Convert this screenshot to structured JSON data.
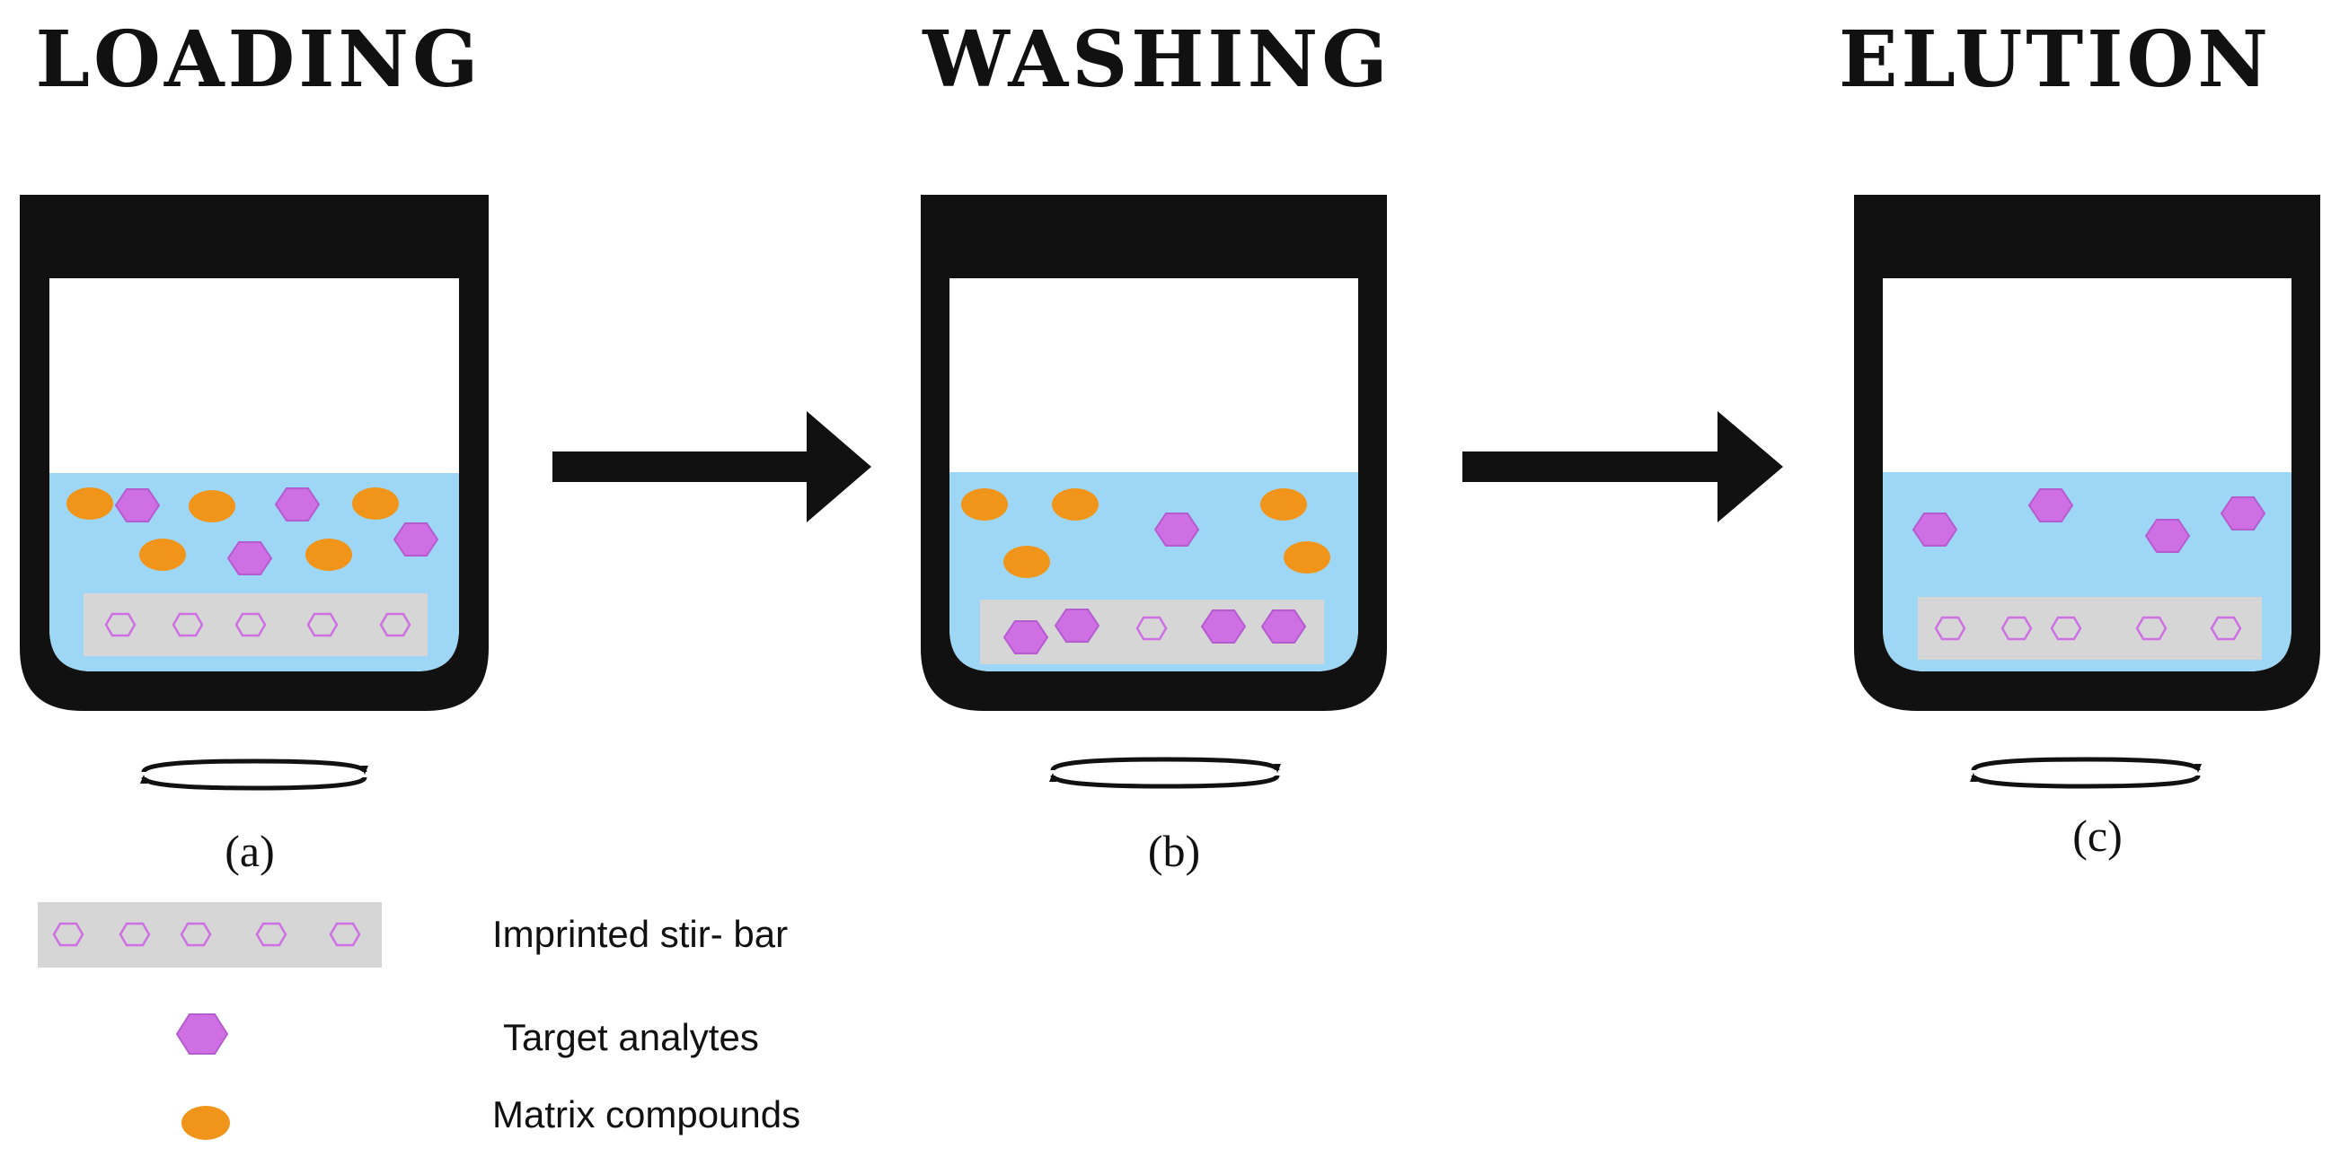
{
  "steps": [
    {
      "title": "LOADING",
      "label": "(a)"
    },
    {
      "title": "WASHING",
      "label": "(b)"
    },
    {
      "title": "ELUTION",
      "label": "(c)"
    }
  ],
  "legend": {
    "stir_bar": "Imprinted stir- bar",
    "analyte": "Target analytes",
    "matrix": "Matrix compounds"
  },
  "colors": {
    "liquid": "#9ed7f5",
    "analyte": "#cf6fe4",
    "analyte_outline": "#b55bd0",
    "matrix": "#f0951a",
    "stir_bar": "#d6d6d6",
    "vessel": "#111111"
  },
  "icons": [
    "rotation-arrows-icon",
    "process-arrow-icon"
  ]
}
